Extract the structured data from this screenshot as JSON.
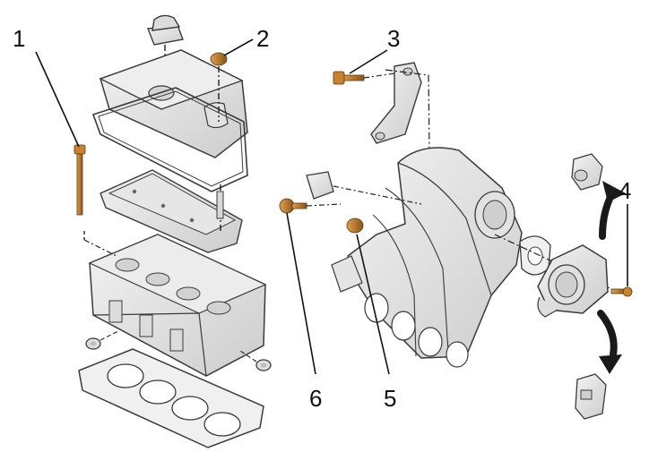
{
  "callouts": [
    {
      "id": "1",
      "label": "1",
      "part": "cylinder-head-bolt"
    },
    {
      "id": "2",
      "label": "2",
      "part": "cover-fastener"
    },
    {
      "id": "3",
      "label": "3",
      "part": "bracket-bolt"
    },
    {
      "id": "4",
      "label": "4",
      "part": "throttle-body-bolt"
    },
    {
      "id": "5",
      "label": "5",
      "part": "manifold-nut"
    },
    {
      "id": "6",
      "label": "6",
      "part": "sensor-bolt"
    }
  ],
  "colors": {
    "part_fill": "#e9e9e9",
    "part_shade": "#cfcfcf",
    "outline": "#3a3a3a",
    "fastener": "#c9822e",
    "fastener_dark": "#8a5418",
    "leader": "#111111",
    "arrow": "#1a1a1a"
  }
}
